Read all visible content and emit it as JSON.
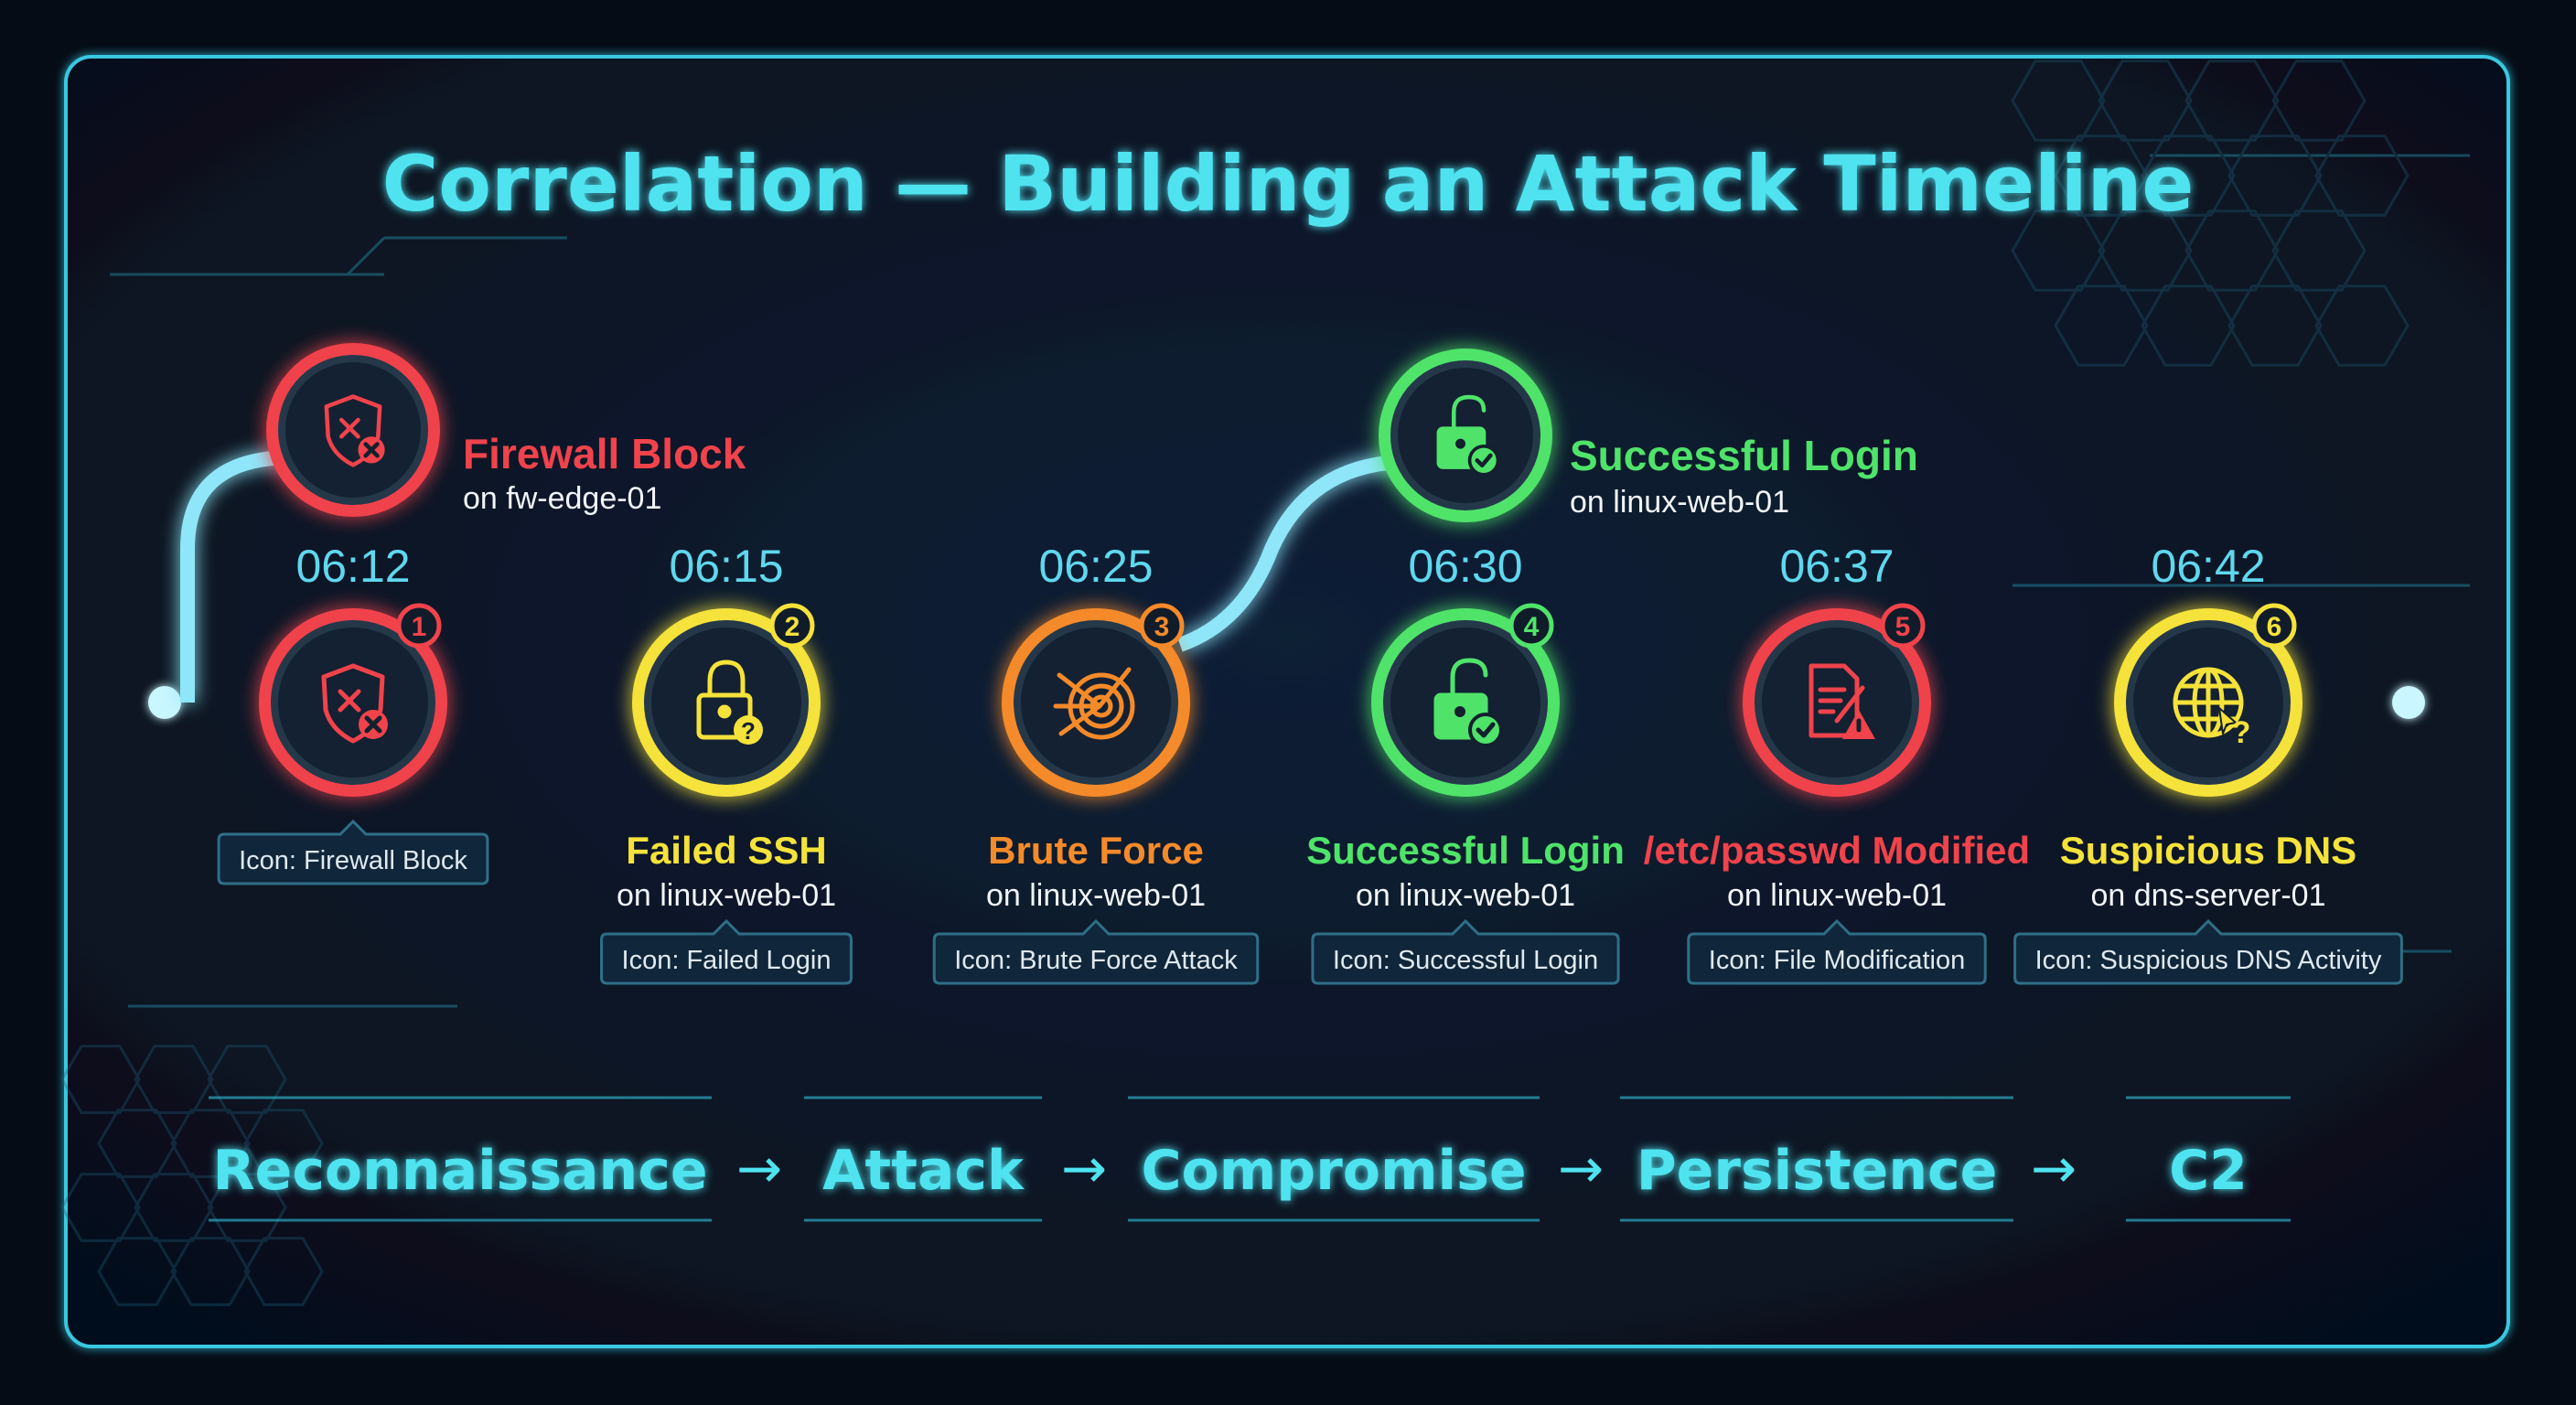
{
  "title": "Correlation — Building an Attack Timeline",
  "colors": {
    "background": "#07111f",
    "accent": "#4fe3f0",
    "line": "#8fe6f8",
    "red": "#f0434b",
    "yellow": "#f5e23a",
    "orange": "#f58a2a",
    "green": "#4fe36a"
  },
  "events": [
    {
      "number": "1",
      "time": "06:12",
      "title": "Firewall Block",
      "host": "on fw-edge-01",
      "icon_tag": "Icon: Firewall Block",
      "color": "#f0434b",
      "icon": "shield-x-icon",
      "label_position": "above"
    },
    {
      "number": "2",
      "time": "06:15",
      "title": "Failed SSH",
      "host": "on linux-web-01",
      "icon_tag": "Icon: Failed Login",
      "color": "#f5e23a",
      "icon": "lock-question-icon",
      "label_position": "below"
    },
    {
      "number": "3",
      "time": "06:25",
      "title": "Brute Force",
      "host": "on linux-web-01",
      "icon_tag": "Icon: Brute Force Attack",
      "color": "#f58a2a",
      "icon": "target-arrows-icon",
      "label_position": "below"
    },
    {
      "number": "4",
      "time": "06:30",
      "title": "Successful Login",
      "host": "on linux-web-01",
      "icon_tag": "Icon: Successful Login",
      "color": "#4fe36a",
      "icon": "unlock-check-icon",
      "label_position": "below"
    },
    {
      "number": "5",
      "time": "06:37",
      "title": "/etc/passwd Modified",
      "host": "on linux-web-01",
      "icon_tag": "Icon: File Modification",
      "color": "#f0434b",
      "icon": "file-edit-warning-icon",
      "label_position": "below"
    },
    {
      "number": "6",
      "time": "06:42",
      "title": "Suspicious DNS",
      "host": "on dns-server-01",
      "icon_tag": "Icon: Suspicious DNS Activity",
      "color": "#f5e23a",
      "icon": "globe-question-icon",
      "label_position": "below"
    }
  ],
  "callouts": [
    {
      "title": "Firewall Block",
      "host": "on fw-edge-01",
      "color": "#f0434b",
      "icon": "shield-x-icon"
    },
    {
      "title": "Successful Login",
      "host": "on linux-web-01",
      "color": "#4fe36a",
      "icon": "unlock-check-icon"
    }
  ],
  "phases": [
    "Reconnaissance",
    "Attack",
    "Compromise",
    "Persistence",
    "C2"
  ],
  "phase_arrow": "→"
}
